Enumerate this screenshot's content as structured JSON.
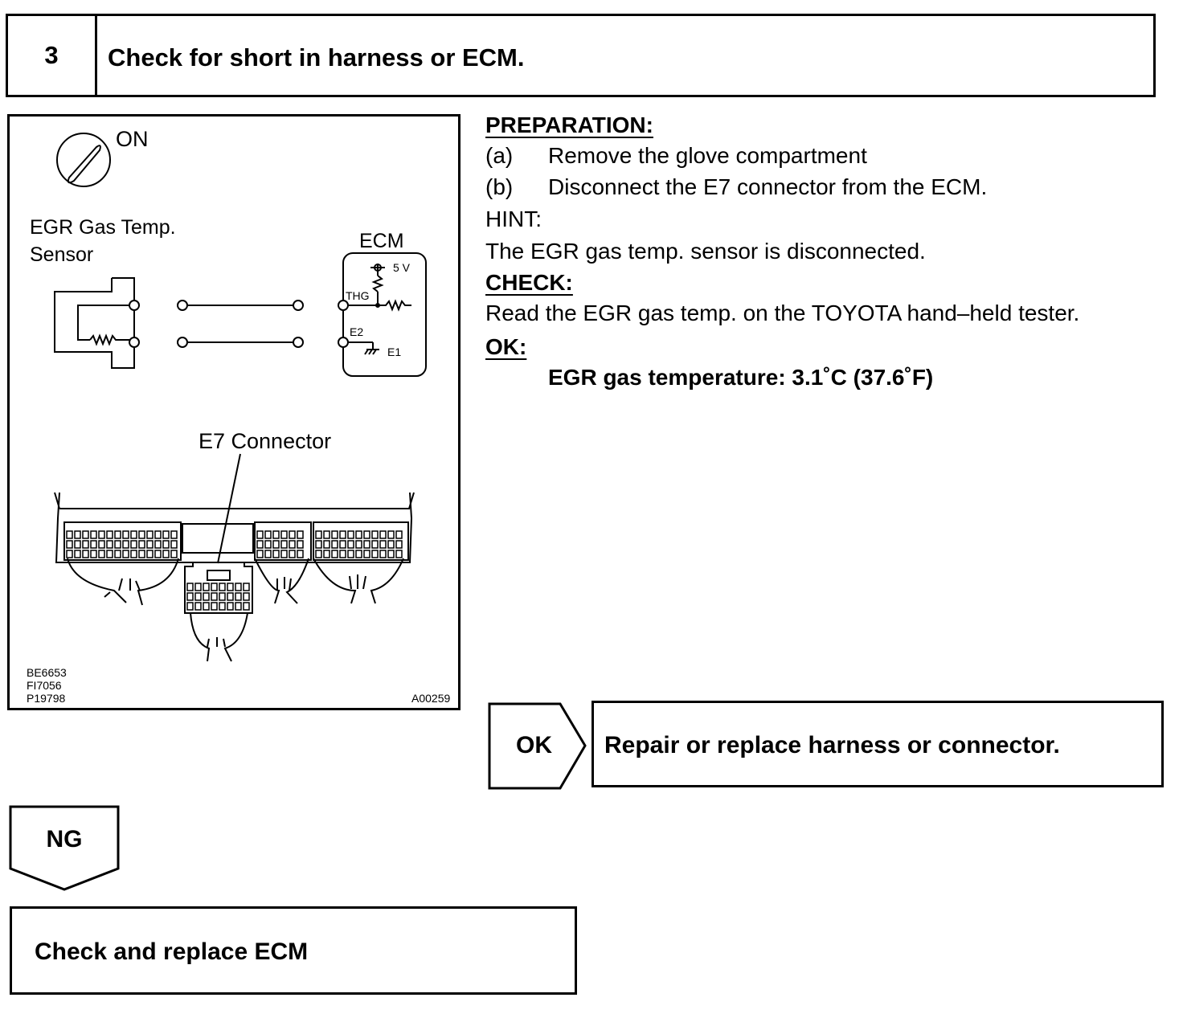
{
  "step": {
    "number": "3",
    "title": "Check for short in harness or ECM."
  },
  "figure": {
    "ignition_label": "ON",
    "sensor_label_line1": "EGR Gas Temp.",
    "sensor_label_line2": "Sensor",
    "ecm_label": "ECM",
    "voltage_label": "5 V",
    "thg_label": "THG",
    "e2_label": "E2",
    "e1_label": "E1",
    "connector_label": "E7 Connector",
    "ref_code_1": "BE6653",
    "ref_code_2": "FI7056",
    "ref_code_3": "P19798",
    "figure_id": "A00259"
  },
  "instructions": {
    "preparation_heading": "PREPARATION:",
    "prep_a_marker": "(a)",
    "prep_a_text": "Remove the glove compartment",
    "prep_b_marker": "(b)",
    "prep_b_text": "Disconnect the E7 connector from the ECM.",
    "hint_label": "HINT:",
    "hint_text": "The EGR gas temp. sensor is disconnected.",
    "check_heading": "CHECK:",
    "check_text": "Read the EGR gas temp. on the TOYOTA hand–held tester.",
    "ok_heading": "OK:",
    "ok_spec": "EGR gas temperature: 3.1˚C (37.6˚F)"
  },
  "results": {
    "ok_label": "OK",
    "ok_action": "Repair or replace harness or connector.",
    "ng_label": "NG",
    "ng_action": "Check and replace ECM"
  }
}
